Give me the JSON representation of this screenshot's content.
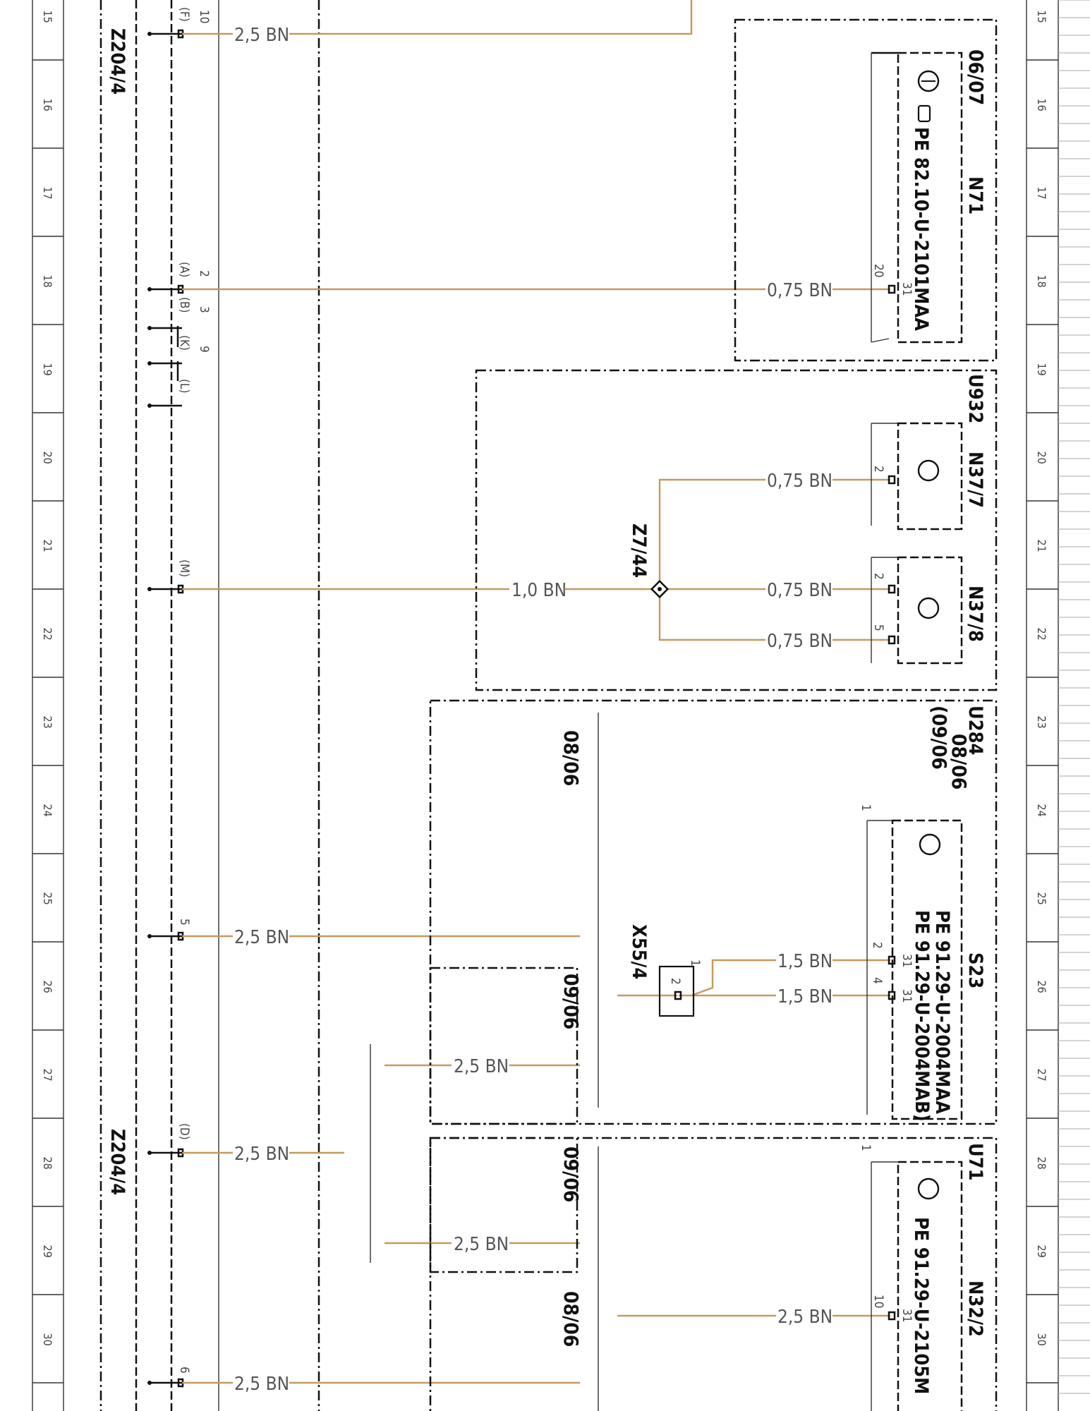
{
  "ruler": [
    "15",
    "16",
    "17",
    "18",
    "19",
    "20",
    "21",
    "22",
    "23",
    "24",
    "25",
    "26",
    "27",
    "28",
    "29",
    "30"
  ],
  "connector": {
    "name_top": "Z204/4",
    "name_bottom": "Z204/4",
    "pins": {
      "p10": "10",
      "pF": "(F)",
      "p2": "2",
      "pA": "(A)",
      "p3": "3",
      "pB": "(B)",
      "p9": "9",
      "pK": "(K)",
      "pL": "(L)",
      "pM": "(M)",
      "p5": "5",
      "pD": "(D)",
      "p6": "6"
    }
  },
  "wires": {
    "w15": "2,5 BN",
    "w18": "0,75 BN",
    "w20": "0,75 BN",
    "w21_in": "1,0 BN",
    "w21_out": "0,75 BN",
    "w22": "0,75 BN",
    "w25_top": "1,5 BN",
    "w25_left": "2,5 BN",
    "w26": "1,5 BN",
    "w27": "2,5 BN",
    "w28": "2,5 BN",
    "w29": "2,5 BN",
    "w30_right": "2,5 BN",
    "w30_left": "2,5 BN"
  },
  "components": {
    "N71": {
      "name": "N71",
      "pe": "PE 82.10-U-2101MAA",
      "version": "06/07",
      "pin_a": "20",
      "pin_b": "31"
    },
    "U932": {
      "name": "U932"
    },
    "N37_7": {
      "name": "N37/7",
      "pin": "2"
    },
    "N37_8": {
      "name": "N37/8",
      "pin_a": "2",
      "pin_b": "5"
    },
    "Z7_44": {
      "name": "Z7/44"
    },
    "U284": {
      "name": "U284",
      "version": "08/06",
      "version_range": "(09/06"
    },
    "S23": {
      "name": "S23",
      "pe1": "PE 91.29-U-2004MAA",
      "pe2": "PE 91.29-U-2004MAB)",
      "pin_a": "2",
      "pin_a31": "31",
      "pin_b": "4",
      "pin_b31": "31",
      "ref": "1"
    },
    "X55_4": {
      "name": "X55/4",
      "pin1": "1",
      "pin2": "2"
    },
    "U71": {
      "name": "U71"
    },
    "N32_2": {
      "name": "N32/2",
      "pe": "PE 91.29-U-2105M",
      "pin_a": "10",
      "pin_b": "31",
      "ref": "1"
    },
    "version_labels": {
      "v_0806_top": "08/06",
      "v_0906_mid": "09/06",
      "v_0906_low": "09/06",
      "v_0806_low": "08/06"
    }
  },
  "colors": {
    "wire_brown": "#c49a5e",
    "line_black": "#111111"
  }
}
